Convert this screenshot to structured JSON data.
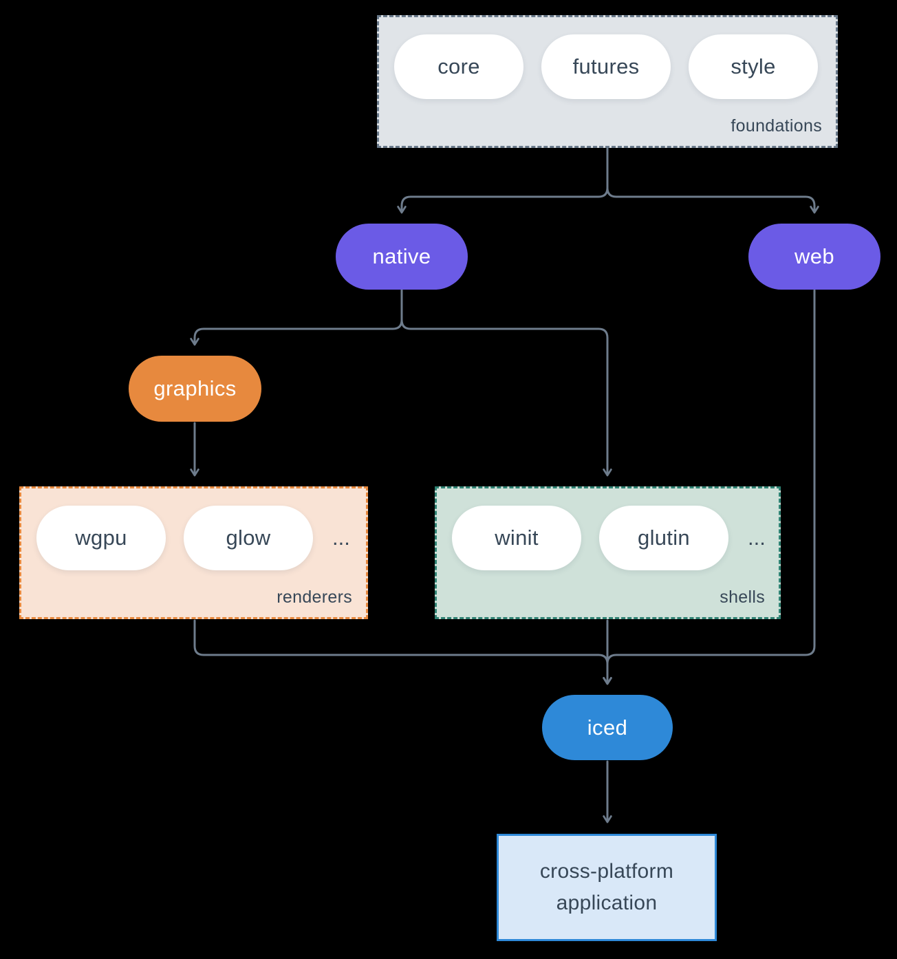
{
  "diagram": {
    "foundations": {
      "label": "foundations",
      "items": [
        "core",
        "futures",
        "style"
      ]
    },
    "native": {
      "label": "native"
    },
    "web": {
      "label": "web"
    },
    "graphics": {
      "label": "graphics"
    },
    "renderers": {
      "label": "renderers",
      "items": [
        "wgpu",
        "glow"
      ],
      "more": "..."
    },
    "shells": {
      "label": "shells",
      "items": [
        "winit",
        "glutin"
      ],
      "more": "..."
    },
    "iced": {
      "label": "iced"
    },
    "application": {
      "label": "cross-platform application"
    },
    "edges": [
      {
        "from": "foundations",
        "to": "native"
      },
      {
        "from": "foundations",
        "to": "web"
      },
      {
        "from": "native",
        "to": "graphics"
      },
      {
        "from": "native",
        "to": "shells"
      },
      {
        "from": "graphics",
        "to": "renderers"
      },
      {
        "from": "renderers",
        "to": "iced"
      },
      {
        "from": "shells",
        "to": "iced"
      },
      {
        "from": "web",
        "to": "iced"
      },
      {
        "from": "iced",
        "to": "application"
      }
    ],
    "colors": {
      "background": "#000000",
      "connector": "#6E7C8C",
      "purple": "#6B5BE6",
      "orange": "#E7893E",
      "blue": "#2E89D8",
      "foundations_fill": "#E0E4E8",
      "foundations_border": "#69798A",
      "renderers_fill": "#F9E3D5",
      "shells_fill": "#CFE1D9",
      "shells_border": "#2F8273",
      "application_fill": "#D9E8F8",
      "text_dark": "#374757",
      "pill_white": "#FFFFFF"
    }
  }
}
